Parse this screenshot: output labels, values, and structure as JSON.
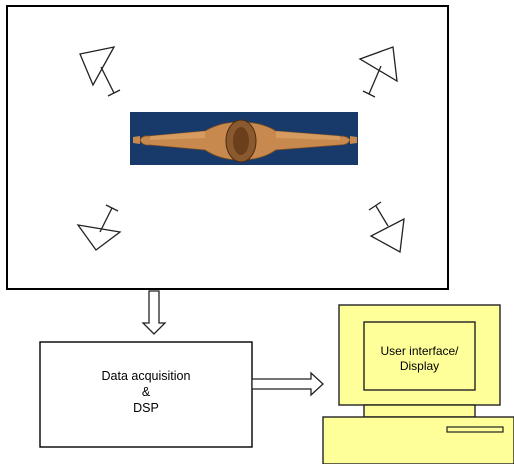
{
  "dsp_box": {
    "line1": "Data acquisition",
    "line2": "&",
    "line3": "DSP"
  },
  "display": {
    "line1": "User interface/",
    "line2": "Display"
  },
  "colors": {
    "monitor": "#ffff99",
    "subject_background": "#173a6b",
    "skin": "#c8894f",
    "stroke": "#000000"
  }
}
